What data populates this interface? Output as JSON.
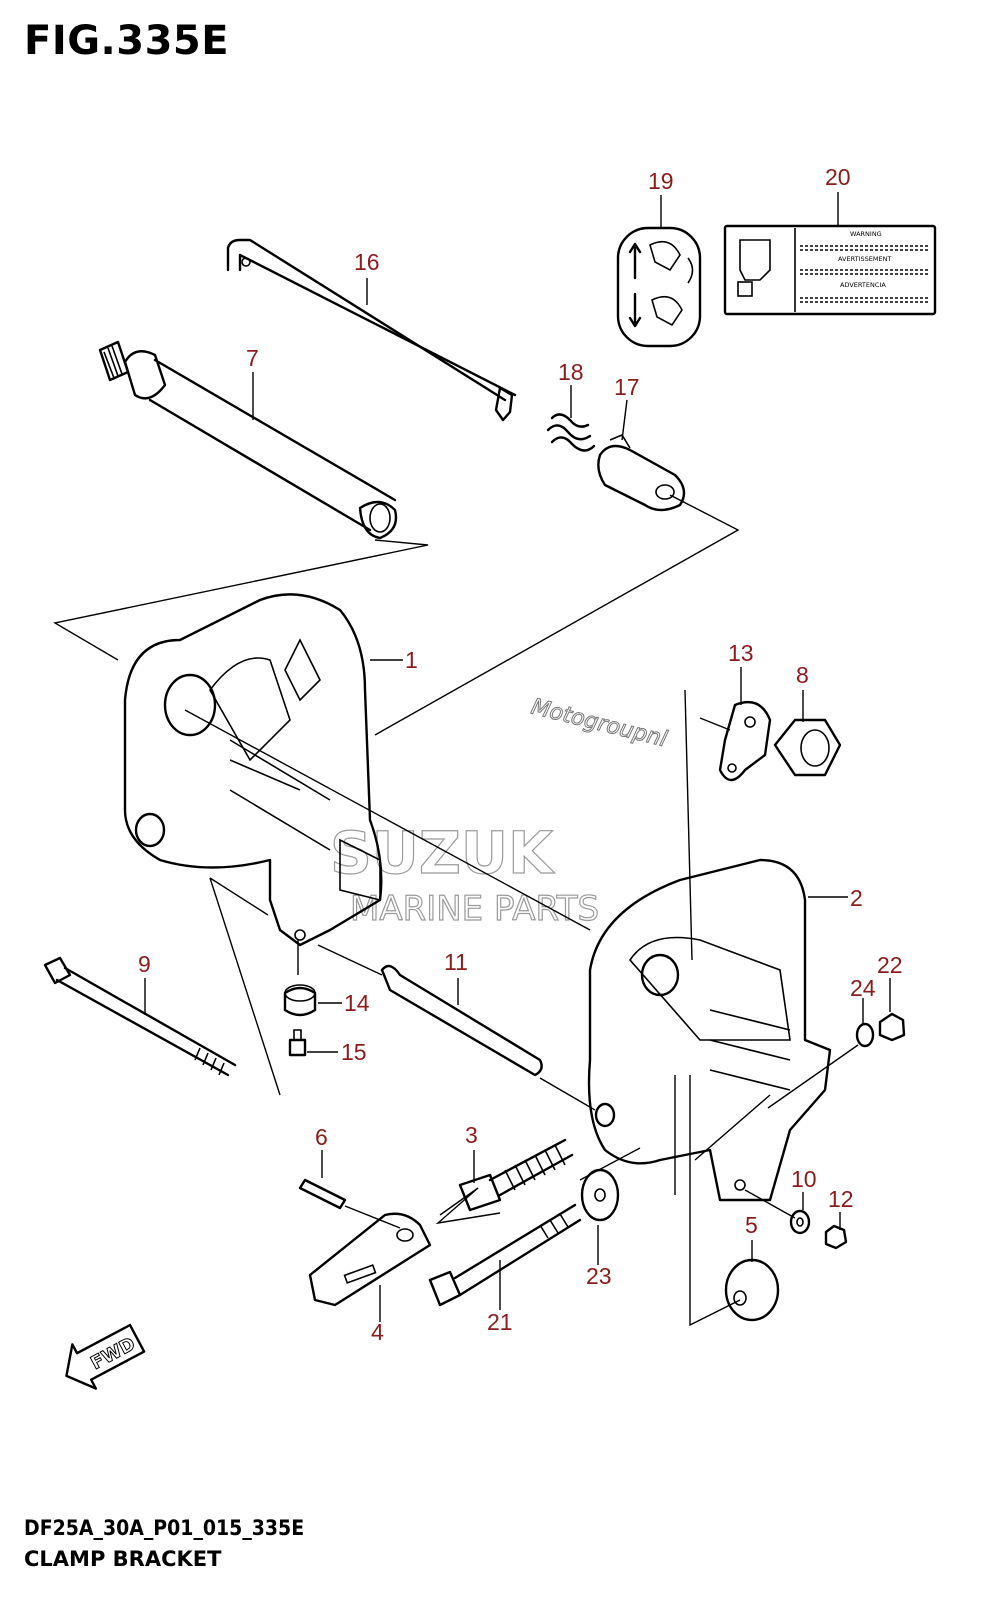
{
  "header": {
    "figure_title": "FIG.335E"
  },
  "footer": {
    "model_code": "DF25A_30A_P01_015_335E",
    "diagram_name": "CLAMP BRACKET"
  },
  "watermarks": {
    "brand": "SUZUK",
    "subtitle": "MARINE PARTS",
    "site": "Motogroupnl"
  },
  "fwd_arrow": {
    "label": "FWD"
  },
  "warning_label": {
    "lines": [
      "WARNING",
      "AVERTISSEMENT",
      "ADVERTENCIA"
    ]
  },
  "callouts": [
    "1",
    "2",
    "3",
    "4",
    "5",
    "6",
    "7",
    "8",
    "9",
    "10",
    "11",
    "12",
    "13",
    "14",
    "15",
    "16",
    "17",
    "18",
    "19",
    "20",
    "21",
    "22",
    "23",
    "24"
  ],
  "colors": {
    "callout_text": "#8a1c1c",
    "line_art": "#000000",
    "watermark": "#9a9a9a"
  }
}
